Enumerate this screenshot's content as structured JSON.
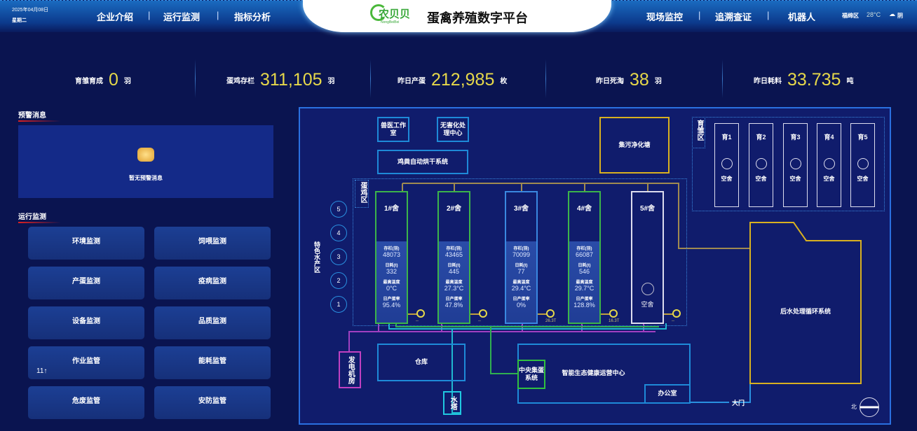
{
  "header": {
    "date": "2025年04月08日",
    "weekday": "星期二",
    "nav_left": [
      "企业介绍",
      "运行监测",
      "指标分析"
    ],
    "nav_right": [
      "现场监控",
      "追溯查证",
      "机器人"
    ],
    "brand": "农贝贝",
    "brand_en": "NongBeiBei",
    "title": "蛋禽养殖数字平台",
    "location": "福绵区",
    "temp": "28°C",
    "weather": "阴",
    "weather_icon": "cloud-icon"
  },
  "stats": [
    {
      "label": "育雏育成",
      "value": "0",
      "unit": "羽"
    },
    {
      "label": "蛋鸡存栏",
      "value": "311,105",
      "unit": "羽"
    },
    {
      "label": "昨日产蛋",
      "value": "212,985",
      "unit": "枚"
    },
    {
      "label": "昨日死淘",
      "value": "38",
      "unit": "羽"
    },
    {
      "label": "昨日耗料",
      "value": "33.735",
      "unit": "吨"
    }
  ],
  "alerts": {
    "title": "预警消息",
    "empty": "暂无预警消息"
  },
  "monitor": {
    "title": "运行监测",
    "buttons": [
      "环境监测",
      "饲喂监测",
      "产蛋监测",
      "疫病监测",
      "设备监测",
      "品质监测",
      "作业监管",
      "能耗监管",
      "危废监管",
      "安防监管"
    ],
    "badge": "11↑"
  },
  "map": {
    "vet": "兽医工作室",
    "harmless": "无害化处理中心",
    "dryer": "鸡粪自动烘干系统",
    "sewage": "集污净化塘",
    "brood_zone": "育雏区",
    "brood": [
      {
        "name": "育1",
        "status": "空舍"
      },
      {
        "name": "育2",
        "status": "空舍"
      },
      {
        "name": "育3",
        "status": "空舍"
      },
      {
        "name": "育4",
        "status": "空舍"
      },
      {
        "name": "育5",
        "status": "空舍"
      }
    ],
    "layer_zone": "蛋鸡区",
    "aqua_zone": "特色水产区",
    "ponds": [
      "5",
      "4",
      "3",
      "2",
      "1"
    ],
    "labels": [
      "存栏(羽)",
      "日耗(t)",
      "最高温度",
      "日产蛋率"
    ],
    "houses": [
      {
        "name": "1#舍",
        "values": [
          "48073",
          "332",
          "0°C",
          "95.4%"
        ],
        "tank": "--"
      },
      {
        "name": "2#舍",
        "values": [
          "43465",
          "445",
          "27.3°C",
          "47.8%"
        ],
        "tank": "--"
      },
      {
        "name": "3#舍",
        "values": [
          "70099",
          "77",
          "29.4°C",
          "0%"
        ],
        "tank": "26.3T"
      },
      {
        "name": "4#舍",
        "values": [
          "66087",
          "546",
          "29.7°C",
          "128.8%"
        ],
        "tank": "16.3T"
      },
      {
        "name": "5#舍",
        "status": "空舍",
        "tank": "--"
      }
    ],
    "water_treatment": "后水处理循环系统",
    "generator": "发电机房",
    "warehouse": "仓库",
    "water_tower": "水塔",
    "ops_center": "智能生态健康运营中心",
    "egg_collect": "中央集蛋系统",
    "office": "办公室",
    "gate": "大门",
    "north": "北"
  },
  "colors": {
    "accent": "#e6d84a",
    "border": "#2a70e0",
    "green": "#3cb44a"
  }
}
